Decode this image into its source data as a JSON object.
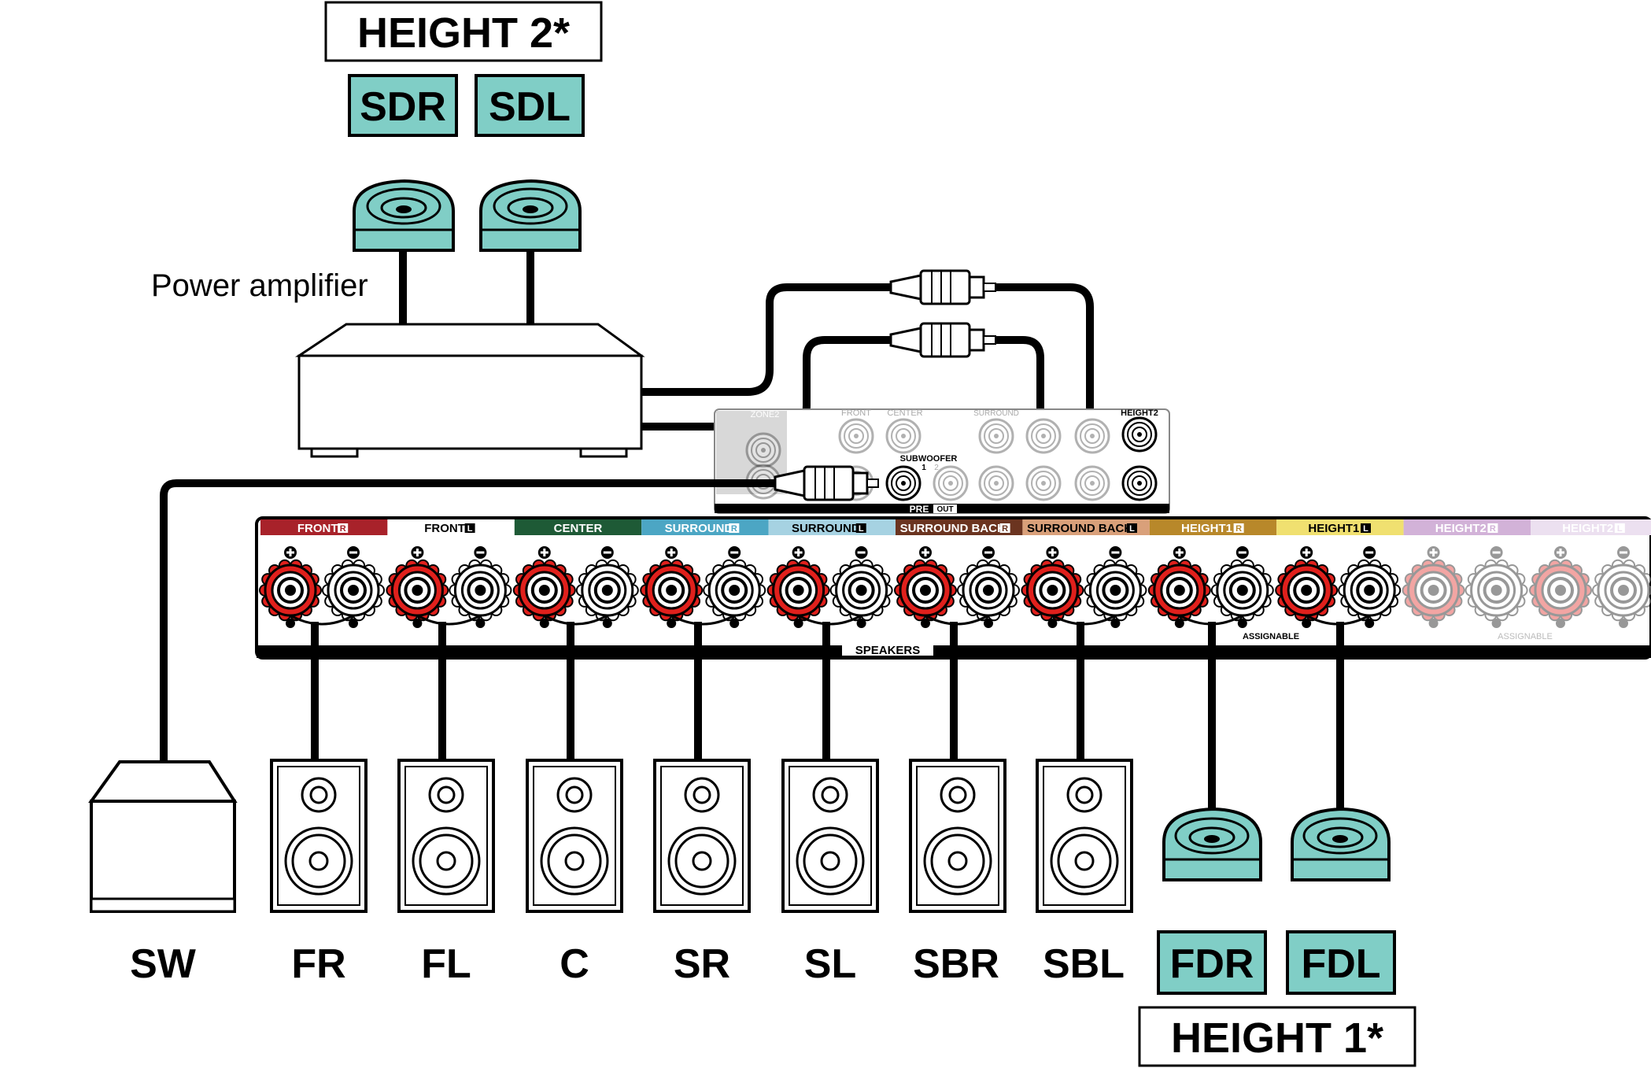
{
  "top_group": {
    "title": "HEIGHT 2*",
    "badges": [
      "SDR",
      "SDL"
    ],
    "amplifier_label": "Power amplifier"
  },
  "bottom_group": {
    "title": "HEIGHT 1*",
    "badges": [
      "FDR",
      "FDL"
    ]
  },
  "speaker_labels": [
    "SW",
    "FR",
    "FL",
    "C",
    "SR",
    "SL",
    "SBR",
    "SBL"
  ],
  "preout": {
    "zone": "ZONE2",
    "front": "FRONT",
    "center": "CENTER",
    "surround": "SURROUND",
    "height2": "HEIGHT2",
    "subwoofer": "SUBWOOFER",
    "sub_nums": [
      "1",
      "2"
    ],
    "pre": "PRE",
    "out": "OUT"
  },
  "terminals": [
    {
      "name": "FRONT",
      "side": "R",
      "color": "#a8222a"
    },
    {
      "name": "FRONT",
      "side": "L",
      "color": "#ffffff"
    },
    {
      "name": "CENTER",
      "side": "",
      "color": "#1e5a36"
    },
    {
      "name": "SURROUND",
      "side": "R",
      "color": "#4ca6c4"
    },
    {
      "name": "SURROUND",
      "side": "L",
      "color": "#a6d2e2"
    },
    {
      "name": "SURROUND BACK",
      "side": "R",
      "color": "#6b3420"
    },
    {
      "name": "SURROUND BACK",
      "side": "L",
      "color": "#d9a07a"
    },
    {
      "name": "HEIGHT1",
      "side": "R",
      "color": "#b8882a"
    },
    {
      "name": "HEIGHT1",
      "side": "L",
      "color": "#f0e070"
    },
    {
      "name": "HEIGHT2",
      "side": "R",
      "color": "#d2b2d8"
    },
    {
      "name": "HEIGHT2",
      "side": "L",
      "color": "#ece0f0"
    }
  ],
  "speakers_label": "SPEAKERS",
  "assignable_label": "ASSIGNABLE",
  "colors": {
    "badge_fill": "#80cec6",
    "terminal_red": "#e0201c",
    "cable": "#000000"
  }
}
